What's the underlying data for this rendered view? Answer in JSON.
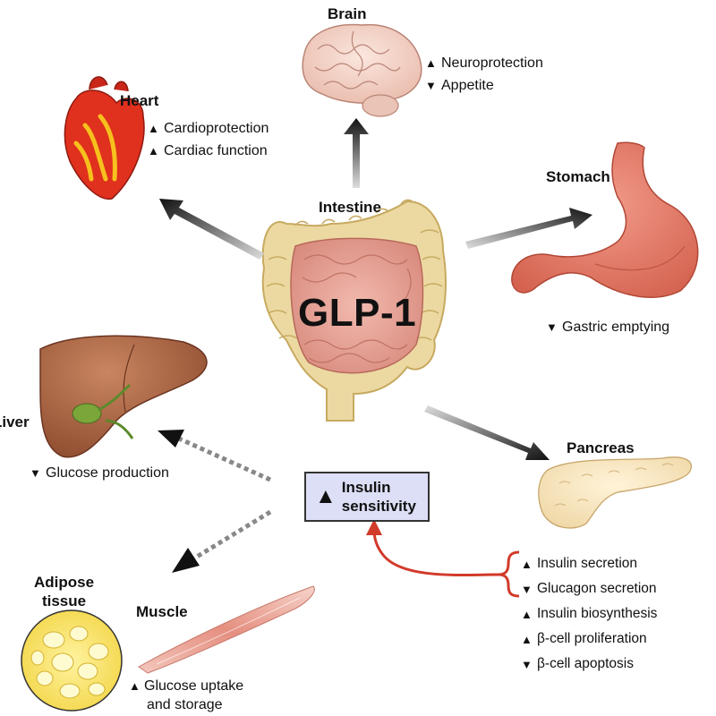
{
  "center": {
    "label": "GLP-1",
    "organ": "Intestine"
  },
  "brain": {
    "title": "Brain",
    "effects": [
      {
        "dir": "up",
        "text": "Neuroprotection"
      },
      {
        "dir": "down",
        "text": "Appetite"
      }
    ]
  },
  "heart": {
    "title": "Heart",
    "effects": [
      {
        "dir": "up",
        "text": "Cardioprotection"
      },
      {
        "dir": "up",
        "text": "Cardiac function"
      }
    ]
  },
  "stomach": {
    "title": "Stomach",
    "effects": [
      {
        "dir": "down",
        "text": "Gastric emptying"
      }
    ]
  },
  "liver": {
    "title": "Liver",
    "effects": [
      {
        "dir": "down",
        "text": "Glucose production"
      }
    ]
  },
  "pancreas": {
    "title": "Pancreas",
    "effects": [
      {
        "dir": "up",
        "text": "Insulin secretion"
      },
      {
        "dir": "down",
        "text": "Glucagon secretion"
      },
      {
        "dir": "up",
        "text": "Insulin biosynthesis"
      },
      {
        "dir": "up",
        "text": "β-cell proliferation"
      },
      {
        "dir": "down",
        "text": "β-cell apoptosis"
      }
    ]
  },
  "insulin_sensitivity": {
    "dir": "up",
    "line1": "Insulin",
    "line2": "sensitivity"
  },
  "adipose": {
    "line1": "Adipose",
    "line2": "tissue"
  },
  "muscle": {
    "title": "Muscle",
    "effects": [
      {
        "dir": "up",
        "text": "Glucose uptake"
      }
    ],
    "effect_cont": "and storage"
  },
  "glyphs": {
    "up": "▲",
    "down": "▼"
  },
  "colors": {
    "insulin_box": "#dcdff5",
    "feedback_arrow": "#d23a2a"
  }
}
